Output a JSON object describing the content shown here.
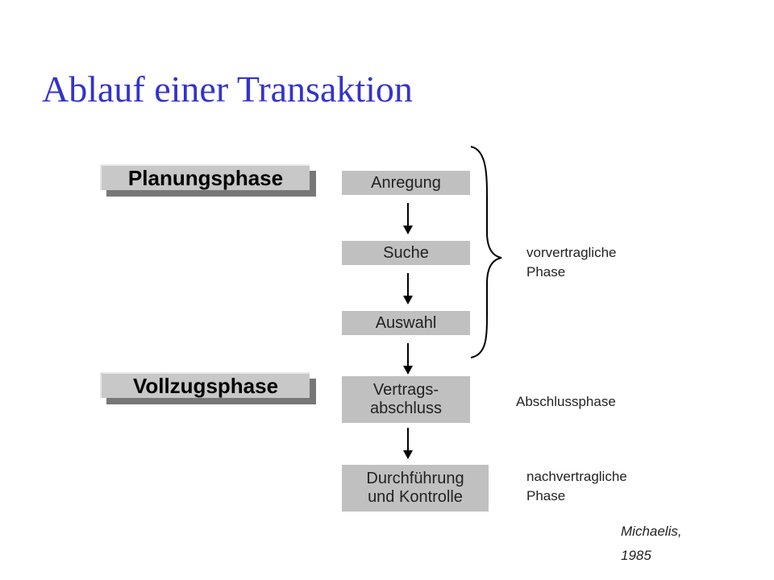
{
  "slide": {
    "title": "Ablauf einer Transaktion"
  },
  "phases": {
    "planning": "Planungsphase",
    "execution": "Vollzugsphase"
  },
  "steps": [
    "Anregung",
    "Suche",
    "Auswahl",
    "Vertrags-\nabschluss",
    "Durchführung\nund Kontrolle"
  ],
  "side_labels": {
    "precontract": "vorvertragliche\nPhase",
    "contract": "Abschlussphase",
    "postcontract": "nachvertragliche\nPhase"
  },
  "citation": {
    "author": "Michaelis,",
    "year": "1985"
  },
  "colors": {
    "title": "#3333cc",
    "step_box": "#c0c0c0",
    "phase_face": "#c8c8c8",
    "phase_shadow": "#777777"
  }
}
